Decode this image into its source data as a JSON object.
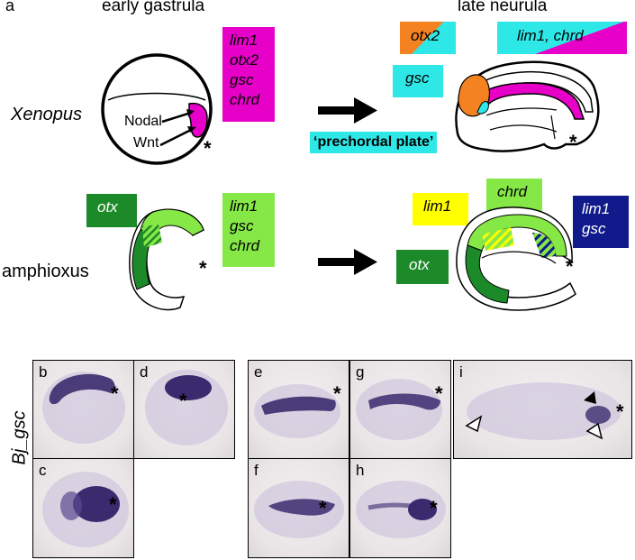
{
  "panel_letter_a": "a",
  "stage_labels": {
    "early": "early gastrula",
    "late": "late neurula"
  },
  "species": {
    "xenopus": "Xenopus",
    "amphioxus": "amphioxus"
  },
  "xenopus": {
    "early_box": [
      "lim1",
      "otx2",
      "gsc",
      "chrd"
    ],
    "signals": [
      "Nodal",
      "Wnt"
    ],
    "late_boxes": {
      "otx2": "otx2",
      "lim1_chrd": "lim1, chrd",
      "gsc": "gsc",
      "prechordal": "‘prechordal plate’"
    }
  },
  "amphioxus": {
    "early_otx": "otx",
    "early_box": [
      "lim1",
      "gsc",
      "chrd"
    ],
    "late_boxes": {
      "lim1": "lim1",
      "chrd": "chrd",
      "otx": "otx",
      "lim1_gsc": [
        "lim1",
        "gsc"
      ]
    }
  },
  "blastopore_marker": "*",
  "gene_label": "Bj_gsc",
  "panels": [
    {
      "letter": "b"
    },
    {
      "letter": "c"
    },
    {
      "letter": "d"
    },
    {
      "letter": "e"
    },
    {
      "letter": "f"
    },
    {
      "letter": "g"
    },
    {
      "letter": "h"
    },
    {
      "letter": "i"
    }
  ],
  "colors": {
    "magenta": "#e600c8",
    "cyan": "#2ee8e8",
    "orange": "#f58220",
    "light_green": "#86e846",
    "dark_green": "#1d8a2a",
    "yellow": "#ffff00",
    "navy": "#101a8a",
    "stain": "#3b2a6e"
  }
}
